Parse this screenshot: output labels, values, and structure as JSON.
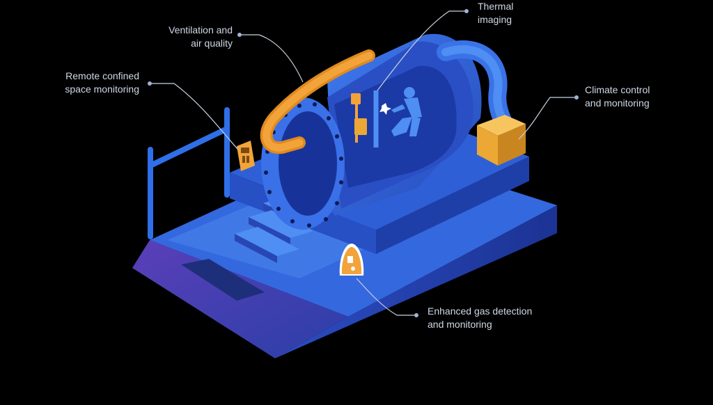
{
  "callouts": {
    "thermal": {
      "line1": "Thermal",
      "line2": "imaging"
    },
    "ventilation": {
      "line1": "Ventilation and",
      "line2": "air quality"
    },
    "remote": {
      "line1": "Remote confined",
      "line2": "space monitoring"
    },
    "climate": {
      "line1": "Climate control",
      "line2": "and monitoring"
    },
    "gas": {
      "line1": "Enhanced gas detection",
      "line2": "and monitoring"
    }
  },
  "colors": {
    "background": "#000000",
    "label_text": "#cfd8e6",
    "leader_line": "#c9d2df",
    "accent_orange": "#f2a33a",
    "platform_blue": "#3a6ee0"
  }
}
